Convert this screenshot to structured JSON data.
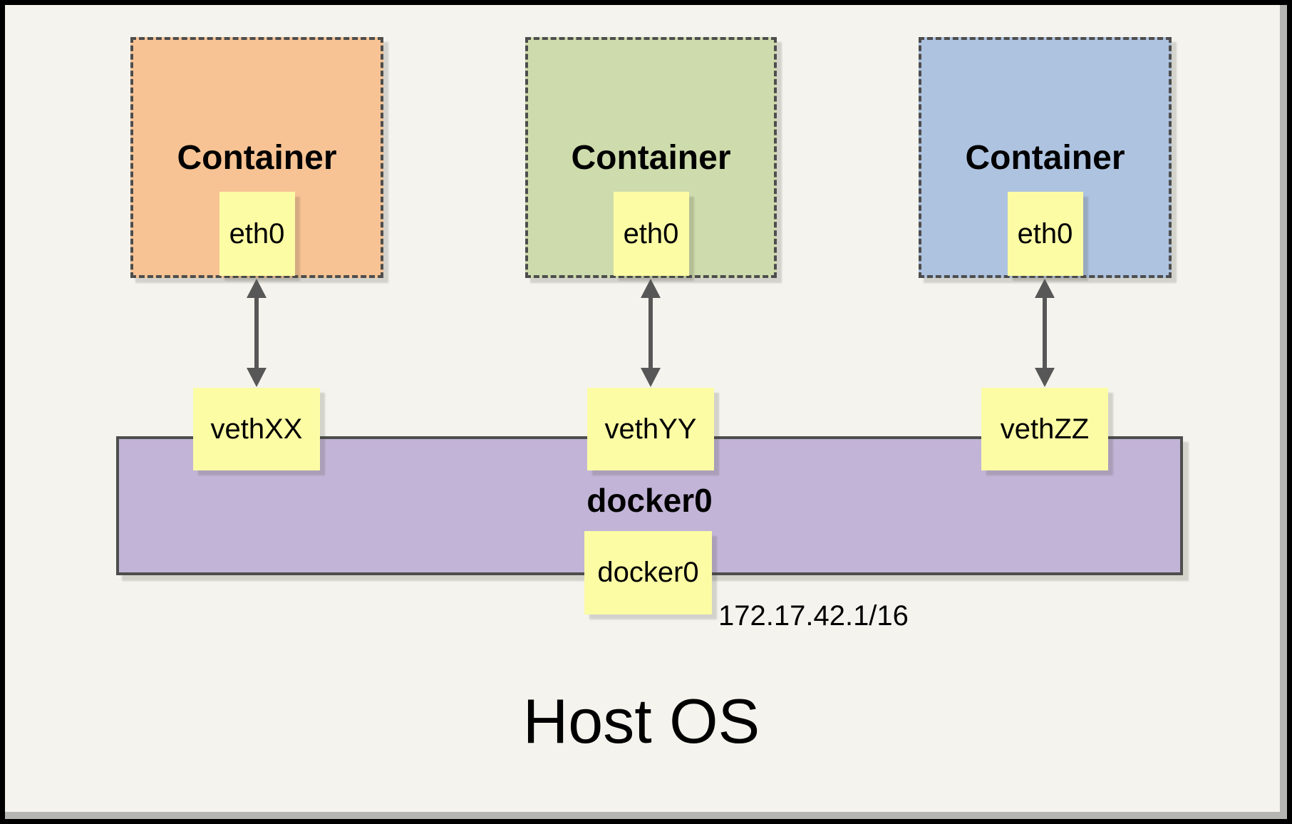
{
  "colors": {
    "canvas-bg": "#f4f3ed",
    "frame-black": "#000000",
    "frame-gray": "#b5b5b3",
    "container-1-fill": "#f7c394",
    "container-2-fill": "#cedbac",
    "container-3-fill": "#aec3e0",
    "interface-fill": "#fcfca5",
    "bridge-fill": "#c2b4d6",
    "border-dark": "#4d4d4d",
    "arrow": "#575757"
  },
  "containers": [
    {
      "title": "Container",
      "interface": "eth0",
      "veth": "vethXX"
    },
    {
      "title": "Container",
      "interface": "eth0",
      "veth": "vethYY"
    },
    {
      "title": "Container",
      "interface": "eth0",
      "veth": "vethZZ"
    }
  ],
  "bridge": {
    "label": "docker0",
    "interface": "docker0",
    "ip": "172.17.42.1/16"
  },
  "host": {
    "label": "Host OS"
  }
}
